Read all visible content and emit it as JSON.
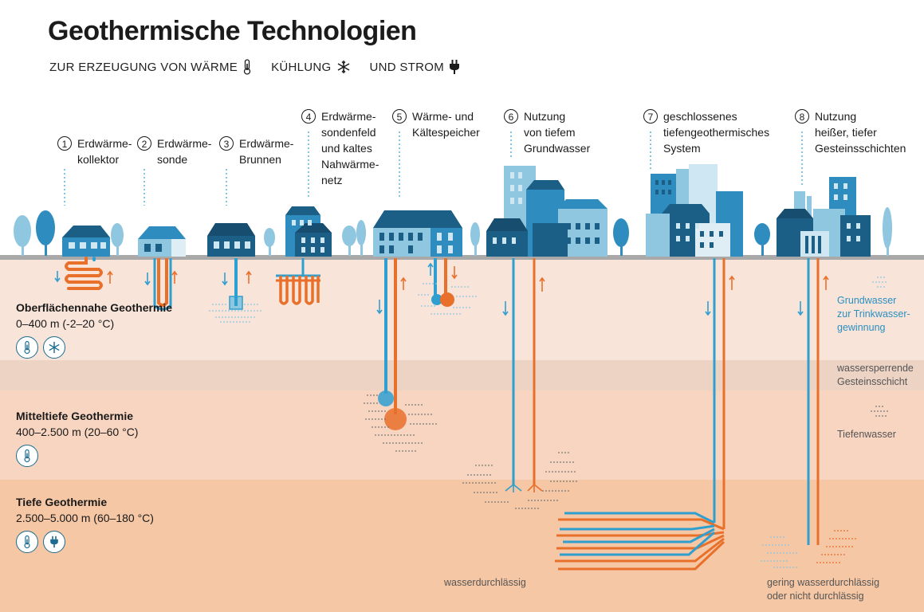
{
  "title": "Geothermische Technologien",
  "subtitle": {
    "part1": "ZUR ERZEUGUNG VON WÄRME",
    "part2": "KÜHLUNG",
    "part3": "UND STROM"
  },
  "technologies": [
    {
      "num": "1",
      "label": "Erdwärme-\nkollektor"
    },
    {
      "num": "2",
      "label": "Erdwärme-\nsonde"
    },
    {
      "num": "3",
      "label": "Erdwärme-\nBrunnen"
    },
    {
      "num": "4",
      "label": "Erdwärme-\nsondenfeld\nund kaltes\nNahwärme-\nnetz"
    },
    {
      "num": "5",
      "label": "Wärme- und\nKältespeicher"
    },
    {
      "num": "6",
      "label": "Nutzung\nvon tiefem\nGrundwasser"
    },
    {
      "num": "7",
      "label": "geschlossenes\ntiefengeothermisches\nSystem"
    },
    {
      "num": "8",
      "label": "Nutzung\nheißer, tiefer\nGesteinsschichten"
    }
  ],
  "zones": [
    {
      "name": "Oberflächennahe Geothermie",
      "range": "0–400 m (-2–20 °C)",
      "icons": [
        "thermometer-icon",
        "snowflake-icon"
      ]
    },
    {
      "name": "Mitteltiefe Geothermie",
      "range": "400–2.500 m (20–60 °C)",
      "icons": [
        "thermometer-icon"
      ]
    },
    {
      "name": "Tiefe Geothermie",
      "range": "2.500–5.000 m (60–180 °C)",
      "icons": [
        "thermometer-icon",
        "plug-icon"
      ]
    }
  ],
  "right_labels": {
    "grundwasser": "Grundwasser\nzur Trinkwasser-\ngewinnung",
    "sperrschicht": "wassersperrende\nGesteinsschicht",
    "tiefenwasser": "Tiefenwasser"
  },
  "bottom_labels": {
    "durchlaessig": "wasserdurchlässig",
    "gering": "gering wasserdurchlässig\noder nicht durchlässig"
  },
  "colors": {
    "warm": "#e8702a",
    "cold": "#2f9fd0",
    "house_dark": "#1c5f86",
    "house_mid": "#2f8cbf",
    "house_light": "#8fc6e0",
    "zone1": "#f9e4da",
    "sperr": "#eed5c7",
    "zone2": "#f8d6c2",
    "zone3": "#f5c9a9"
  }
}
